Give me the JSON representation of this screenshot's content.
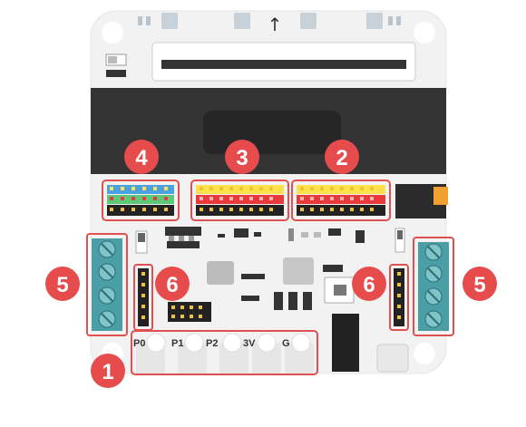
{
  "board": {
    "arrow_label": "↑",
    "colors": {
      "board": "#f2f2f2",
      "shield": "#333333",
      "callout": "#e74c4c",
      "terminal": "#4a9ea6",
      "header_red": "#e83a3a",
      "header_yellow": "#ffe14d",
      "header_black": "#222222",
      "header_green": "#5cc87a",
      "header_blue": "#4aa3e0",
      "highlight": "#e05050"
    }
  },
  "callouts": [
    {
      "name": "callout-1",
      "label": "1"
    },
    {
      "name": "callout-2",
      "label": "2"
    },
    {
      "name": "callout-3",
      "label": "3"
    },
    {
      "name": "callout-4",
      "label": "4"
    },
    {
      "name": "callout-5-left",
      "label": "5"
    },
    {
      "name": "callout-5-right",
      "label": "5"
    },
    {
      "name": "callout-6-left",
      "label": "6"
    },
    {
      "name": "callout-6-right",
      "label": "6"
    }
  ],
  "pin_labels": [
    "P0",
    "P1",
    "P2",
    "3V",
    "G"
  ]
}
